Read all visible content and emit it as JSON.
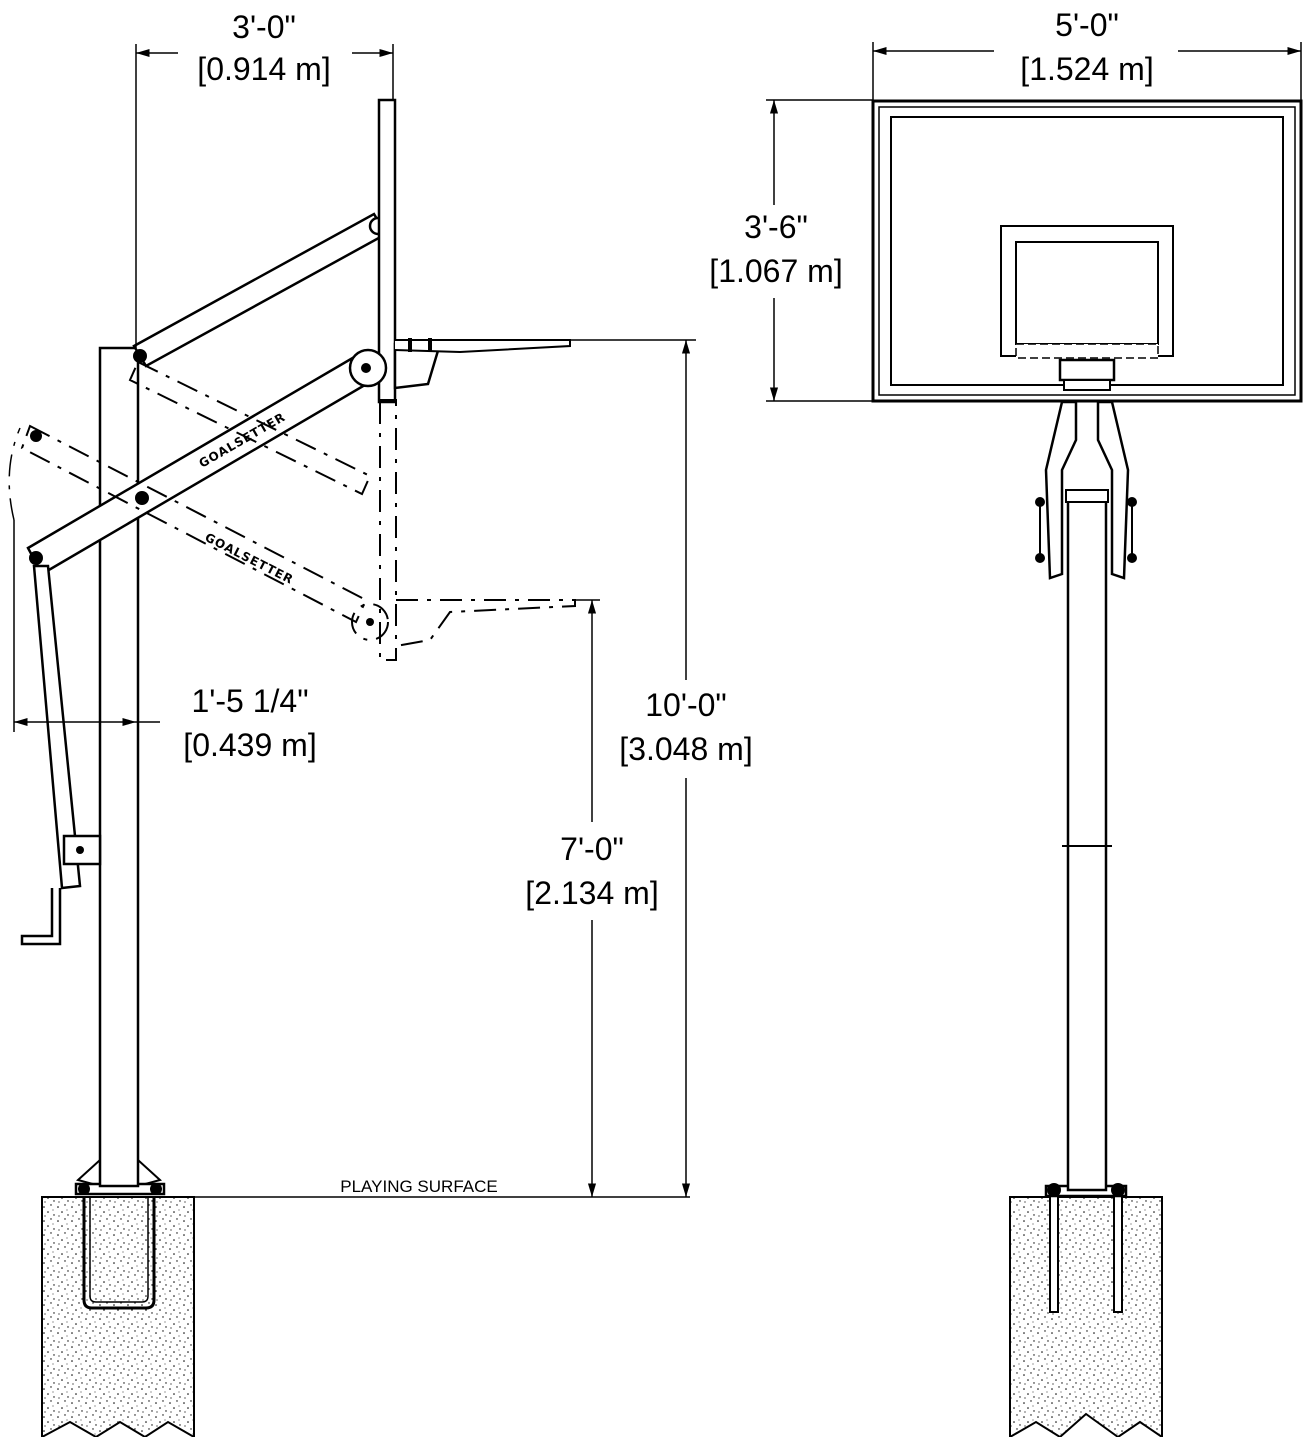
{
  "side_view": {
    "arm_extension": {
      "imperial": "3'-0\"",
      "metric": "[0.914 m]"
    },
    "crank_offset": {
      "imperial": "1'-5 1/4\"",
      "metric": "[0.439 m]"
    },
    "rim_height_max": {
      "imperial": "10'-0\"",
      "metric": "[3.048 m]"
    },
    "rim_height_min": {
      "imperial": "7'-0\"",
      "metric": "[2.134 m]"
    },
    "surface_label": "PLAYING SURFACE",
    "brand_text": "GOALSETTER"
  },
  "front_view": {
    "backboard_width": {
      "imperial": "5'-0\"",
      "metric": "[1.524 m]"
    },
    "backboard_height": {
      "imperial": "3'-6\"",
      "metric": "[1.067 m]"
    }
  }
}
